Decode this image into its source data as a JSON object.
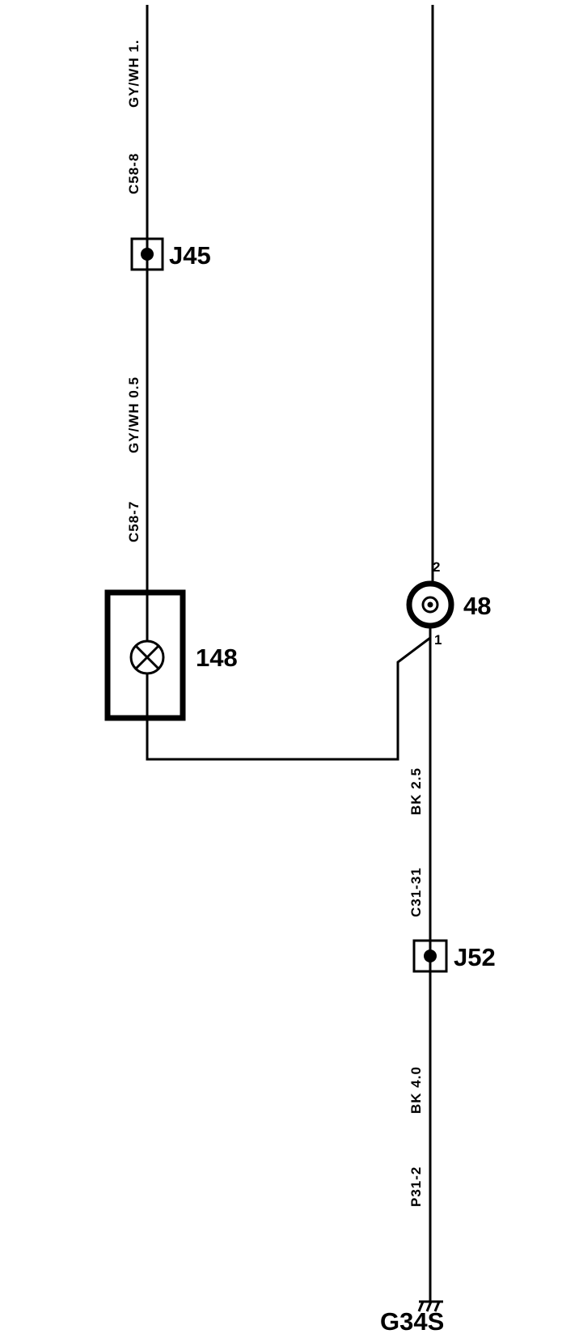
{
  "left_circuit": {
    "top_wire": {
      "connector": "C58-8",
      "spec": "GY/WH 1."
    },
    "splice_top": {
      "label": "J45"
    },
    "mid_wire": {
      "connector": "C58-7",
      "spec": "GY/WH 0.5"
    },
    "lamp": {
      "label": "148"
    }
  },
  "right_circuit": {
    "component": {
      "label": "48",
      "pin_top": "2",
      "pin_bottom": "1"
    },
    "mid_wire": {
      "connector": "C31-31",
      "spec": "BK  2.5"
    },
    "splice_bottom": {
      "label": "J52"
    },
    "bottom_wire": {
      "connector": "P31-2",
      "spec": "BK  4.0"
    },
    "ground": {
      "label": "G34S"
    }
  }
}
